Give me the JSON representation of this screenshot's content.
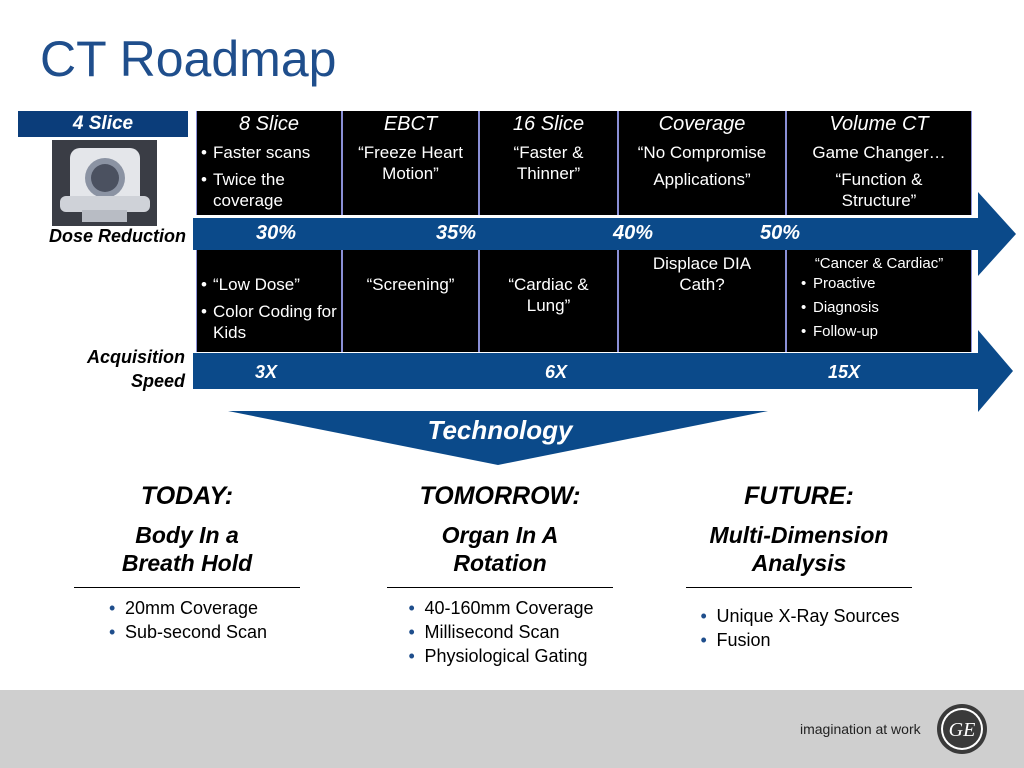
{
  "title": "CT Roadmap",
  "slice4_label": "4 Slice",
  "side_labels": {
    "dose": "Dose Reduction",
    "acq_line1": "Acquisition",
    "acq_line2": "Speed"
  },
  "columns": [
    {
      "header": "8 Slice",
      "top": [
        "Faster scans",
        "Twice the coverage"
      ],
      "bottom": [
        "“Low Dose”",
        "Color Coding for Kids"
      ]
    },
    {
      "header": "EBCT",
      "top": [
        "“Freeze Heart Motion”"
      ],
      "bottom": [
        "“Screening”"
      ]
    },
    {
      "header": "16 Slice",
      "top": [
        "“Faster & Thinner”"
      ],
      "bottom": [
        "“Cardiac & Lung”"
      ]
    },
    {
      "header": "Coverage",
      "top": [
        "“No Compromise",
        "Applications”"
      ],
      "bottom": [
        "Displace DIA Cath?"
      ]
    },
    {
      "header": "Volume CT",
      "top": [
        "Game Changer…",
        "“Function & Structure”"
      ],
      "bottom_title": "“Cancer & Cardiac”",
      "bottom": [
        "Proactive",
        "Diagnosis",
        "Follow-up"
      ]
    }
  ],
  "dose_percents": [
    "30%",
    "35%",
    "40%",
    "50%"
  ],
  "speed_values": [
    "3X",
    "6X",
    "15X"
  ],
  "technology_label": "Technology",
  "stages": [
    {
      "heading": "TODAY:",
      "subtitle": "Body In a Breath Hold",
      "bullets": [
        "20mm Coverage",
        "Sub-second Scan"
      ]
    },
    {
      "heading": "TOMORROW:",
      "subtitle": "Organ In A Rotation",
      "bullets": [
        "40-160mm Coverage",
        "Millisecond Scan",
        "Physiological Gating"
      ]
    },
    {
      "heading": "FUTURE:",
      "subtitle": "Multi-Dimension Analysis",
      "bullets": [
        "Unique X-Ray Sources",
        "Fusion"
      ]
    }
  ],
  "footer": {
    "tagline": "imagination at work",
    "logo_text": "GE"
  },
  "colors": {
    "title_blue": "#1f4e8c",
    "band_blue": "#0b4a8a",
    "label_blue": "#0b3d7a",
    "footer_gray": "#cfcfcf"
  }
}
